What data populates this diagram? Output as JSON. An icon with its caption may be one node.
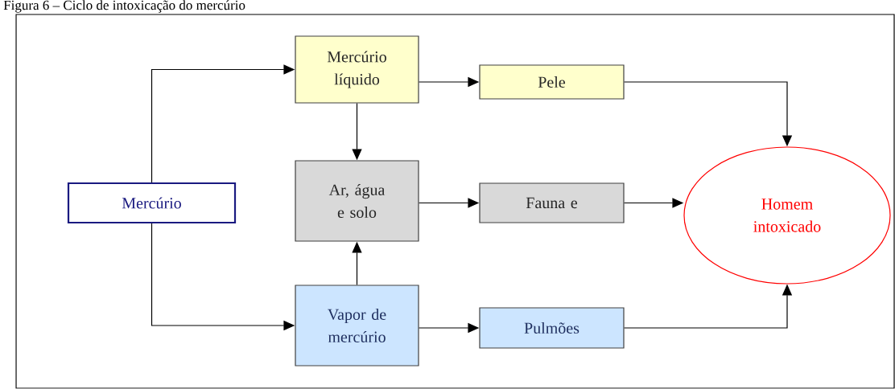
{
  "diagram": {
    "title": "Figura 6 – Ciclo de intoxicação do mercúrio",
    "nodes": [
      {
        "text": [
          "Mercúrio"
        ]
      },
      {
        "text": [
          "Mercúrio líquido"
        ]
      },
      {
        "text": [
          "Pele"
        ]
      },
      {
        "text": [
          "Ar, água e solo"
        ]
      },
      {
        "text": [
          "Fauna e"
        ]
      },
      {
        "text": [
          "Homem intoxicado"
        ]
      },
      {
        "text": [
          "Vapor de mercúrio"
        ]
      },
      {
        "text": [
          "Pulmões"
        ]
      }
    ],
    "edges": [
      {
        "from": 0,
        "to": 1,
        "arrow": "to"
      },
      {
        "from": 0,
        "to": 6,
        "arrow": "to"
      },
      {
        "from": 1,
        "to": 2,
        "arrow": "to"
      },
      {
        "from": 1,
        "to": 3,
        "arrow": "to"
      },
      {
        "from": 6,
        "to": 3,
        "arrow": "to"
      },
      {
        "from": 3,
        "to": 4,
        "arrow": "to"
      },
      {
        "from": 2,
        "to": 5,
        "arrow": "to"
      },
      {
        "from": 4,
        "to": 5,
        "arrow": "to"
      },
      {
        "from": 6,
        "to": 7,
        "arrow": "to"
      },
      {
        "from": 7,
        "to": 5,
        "arrow": "to"
      }
    ]
  }
}
